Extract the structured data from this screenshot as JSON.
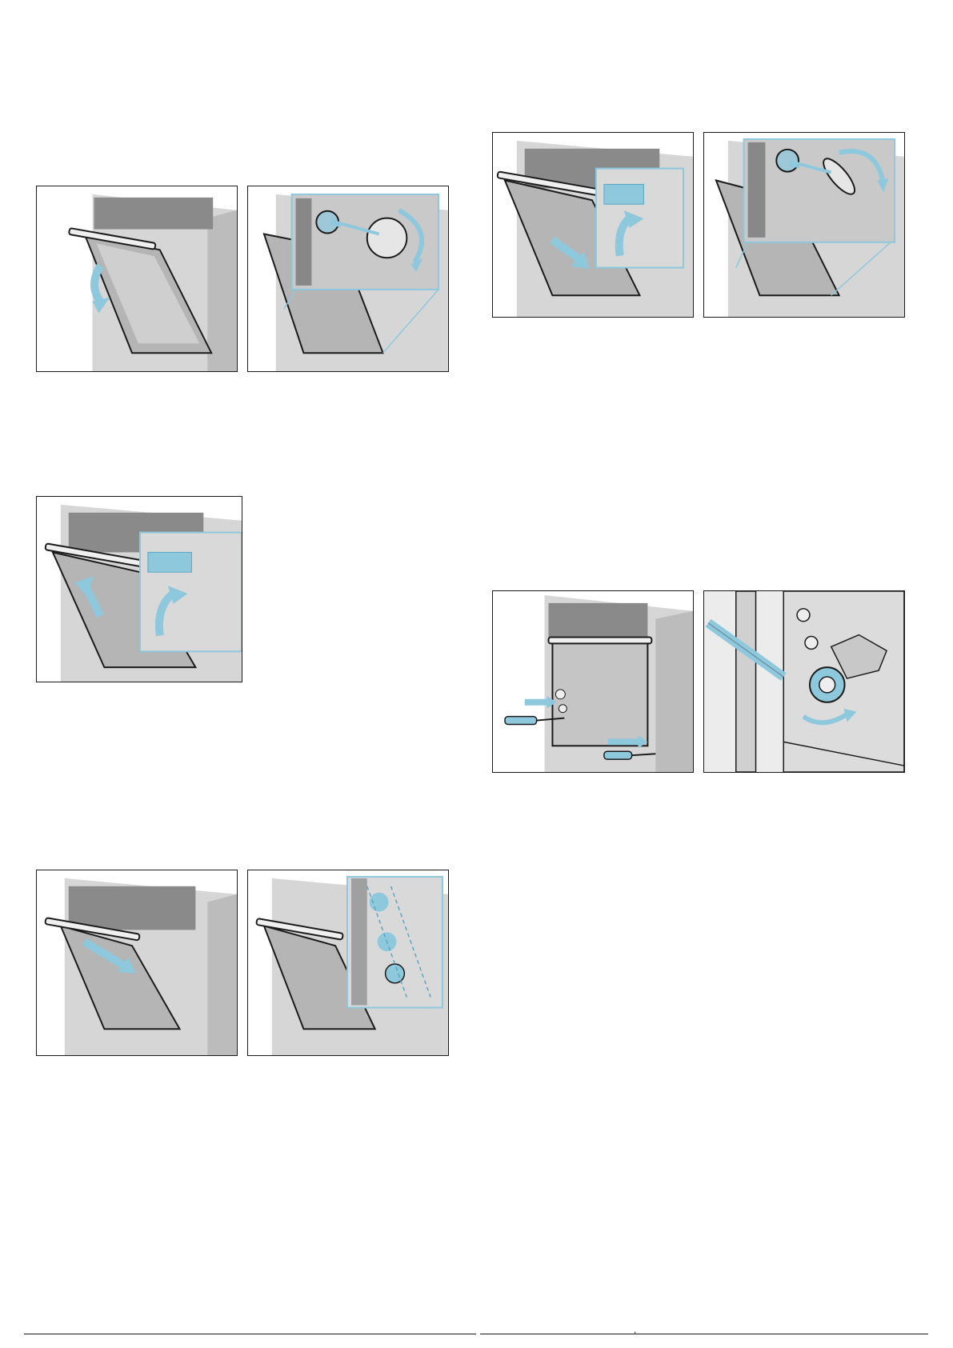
{
  "page": {
    "footer_mark": ","
  },
  "colors": {
    "accent": "#8ec8dd",
    "accent_dark": "#5aa6c2",
    "steel_light": "#e4e4e4",
    "steel_mid": "#bdbdbd",
    "steel_dark": "#7d7d7d",
    "outline": "#1a1a1a"
  },
  "figures": [
    {
      "id": "left-1a",
      "depicts": [
        "oven",
        "door-open",
        "arrow-down"
      ]
    },
    {
      "id": "left-1b",
      "depicts": [
        "oven",
        "detail-callout",
        "lamp-cover-turn"
      ]
    },
    {
      "id": "left-2",
      "depicts": [
        "oven",
        "detail-callout",
        "lever-up",
        "arrow-up"
      ]
    },
    {
      "id": "left-3a",
      "depicts": [
        "oven",
        "door-close",
        "arrow-in"
      ]
    },
    {
      "id": "left-3b",
      "depicts": [
        "oven",
        "detail-callout",
        "hinge-screws"
      ]
    },
    {
      "id": "right-1a",
      "depicts": [
        "oven",
        "detail-callout",
        "lever-push",
        "arrow-up"
      ]
    },
    {
      "id": "right-1b",
      "depicts": [
        "oven",
        "detail-callout",
        "seal-rotate"
      ]
    },
    {
      "id": "right-2a",
      "depicts": [
        "oven",
        "screwdriver",
        "arrows-right"
      ]
    },
    {
      "id": "right-2b",
      "depicts": [
        "hinge-closeup",
        "wrench",
        "arrow-rotate"
      ]
    }
  ]
}
